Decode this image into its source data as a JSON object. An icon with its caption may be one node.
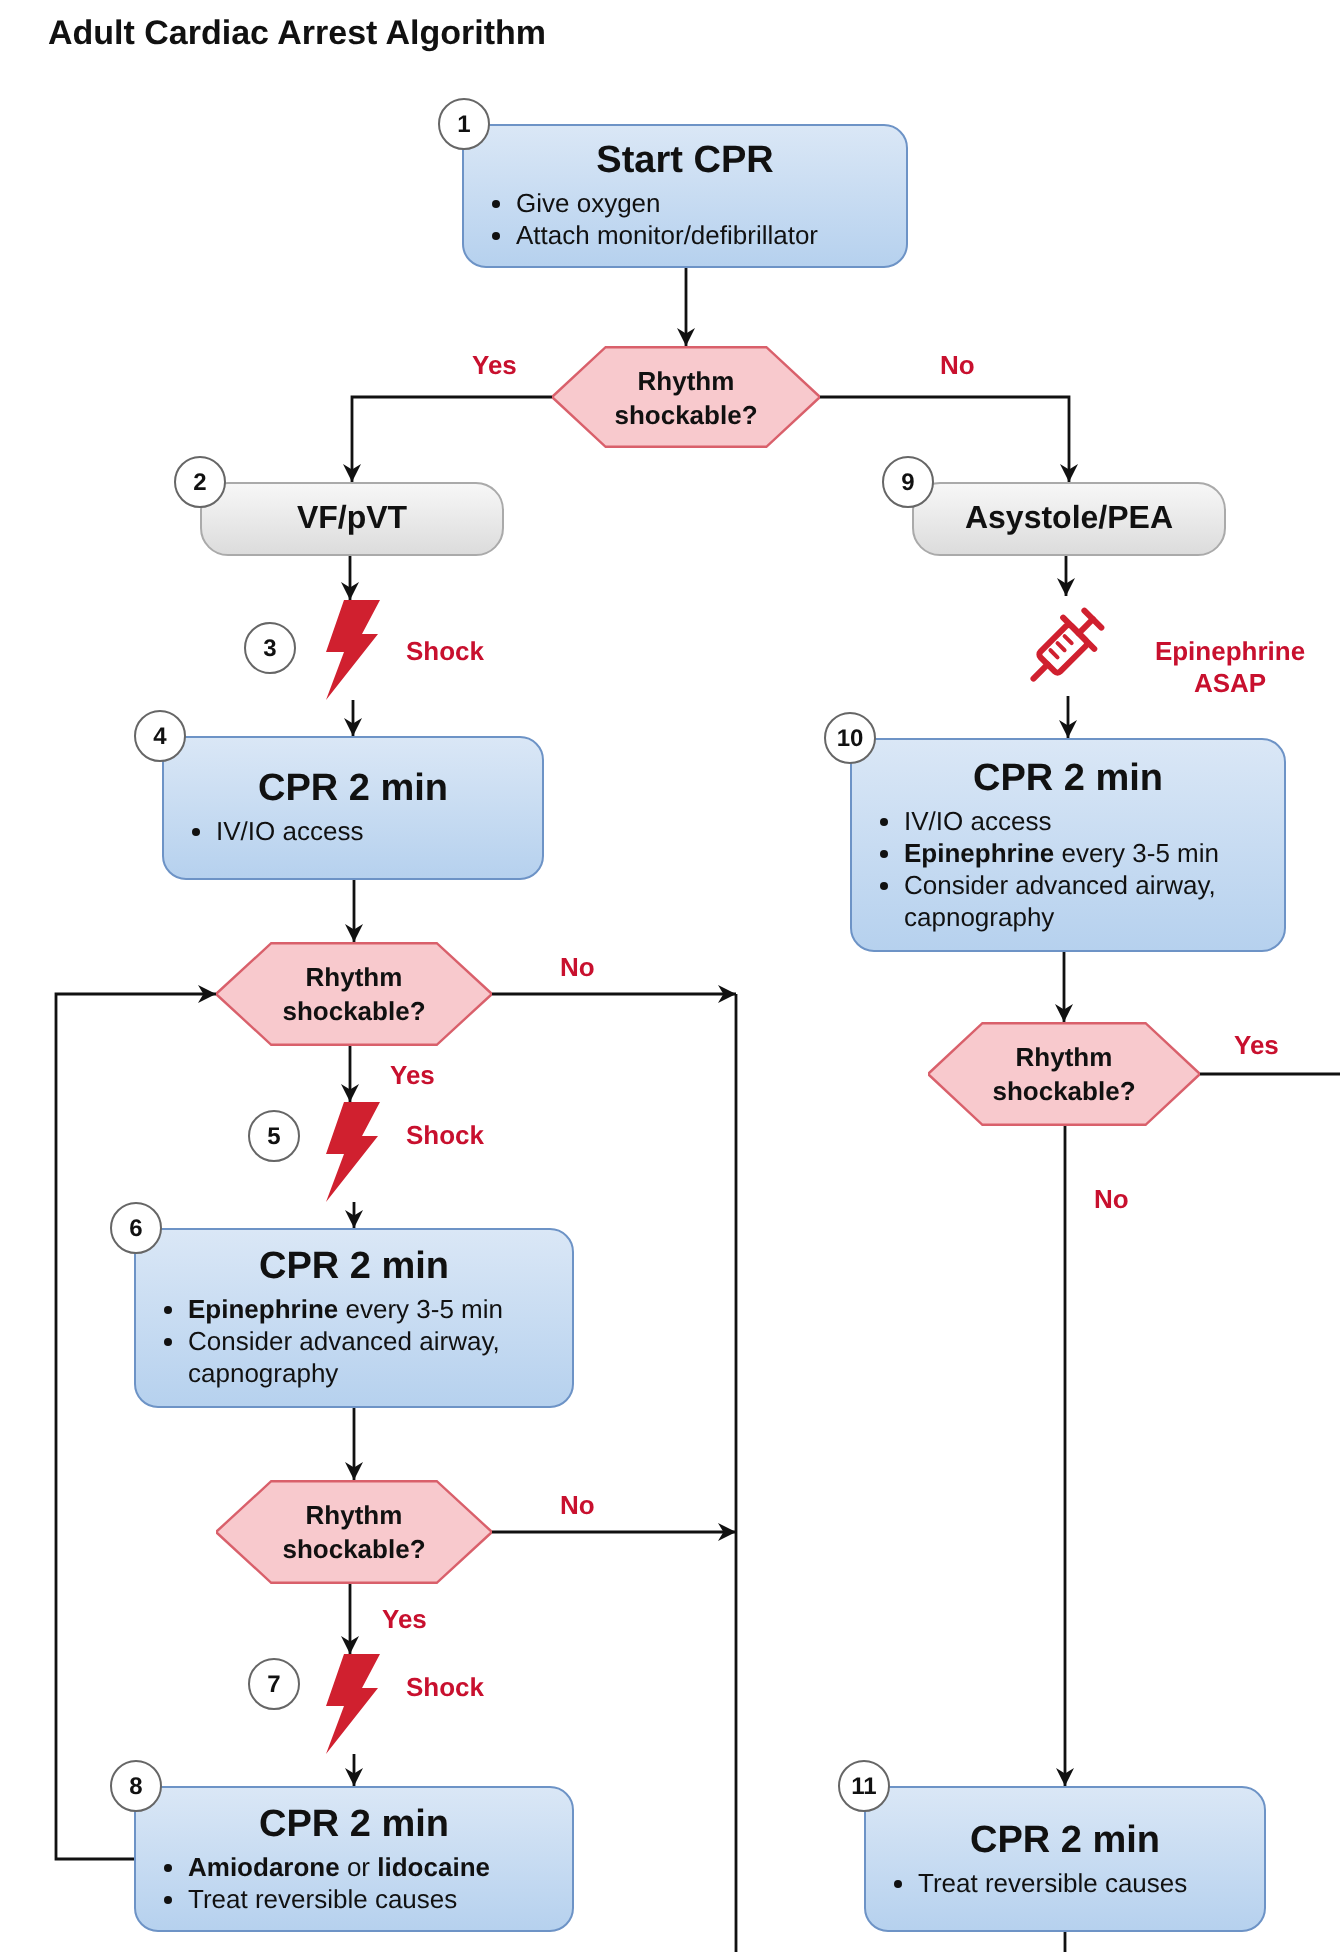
{
  "diagram": {
    "title": "Adult Cardiac Arrest Algorithm",
    "nodes": [
      {
        "text": [
          "Start CPR",
          "Give oxygen",
          "Attach monitor/defibrillator"
        ],
        "beside": [
          "1"
        ]
      },
      {
        "text": [
          "Rhythm shockable?"
        ]
      },
      {
        "text": [
          "VF/pVT"
        ],
        "beside": [
          "2"
        ]
      },
      {
        "text": [],
        "shape": "bolt",
        "beside": [
          "3",
          "Shock"
        ]
      },
      {
        "text": [
          "CPR 2 min",
          "IV/IO access"
        ],
        "beside": [
          "4"
        ]
      },
      {
        "text": [
          "Rhythm shockable?"
        ]
      },
      {
        "text": [],
        "shape": "bolt",
        "beside": [
          "5",
          "Shock"
        ]
      },
      {
        "text": [
          "CPR 2 min",
          "**Epinephrine** every 3-5 min",
          "Consider advanced airway, capnography"
        ],
        "beside": [
          "6"
        ]
      },
      {
        "text": [
          "Rhythm shockable?"
        ]
      },
      {
        "text": [],
        "shape": "bolt",
        "beside": [
          "7",
          "Shock"
        ]
      },
      {
        "text": [
          "CPR 2 min",
          "**Amiodarone** or **lidocaine**",
          "Treat reversible causes"
        ],
        "beside": [
          "8"
        ]
      },
      {
        "text": [
          "Asystole/PEA"
        ],
        "beside": [
          "9"
        ]
      },
      {
        "text": [],
        "shape": "syringe",
        "beside": [
          "Epinephrine ASAP"
        ]
      },
      {
        "text": [
          "CPR 2 min",
          "IV/IO access",
          "**Epinephrine** every 3-5 min",
          "Consider advanced airway, capnography"
        ],
        "beside": [
          "10"
        ]
      },
      {
        "text": [
          "Rhythm shockable?"
        ]
      },
      {
        "text": [
          "CPR 2 min",
          "Treat reversible causes"
        ],
        "beside": [
          "11"
        ]
      }
    ],
    "edges": [
      {
        "from": 0,
        "to": 1,
        "arrow": "to"
      },
      {
        "from": 1,
        "to": 2,
        "arrow": "to",
        "label": "Yes"
      },
      {
        "from": 1,
        "to": 11,
        "arrow": "to",
        "label": "No"
      },
      {
        "from": 2,
        "to": 3,
        "arrow": "to"
      },
      {
        "from": 3,
        "to": 4,
        "arrow": "to"
      },
      {
        "from": 4,
        "to": 5,
        "arrow": "to"
      },
      {
        "from": 5,
        "to": 6,
        "arrow": "to",
        "label": "Yes"
      },
      {
        "from": 6,
        "to": 7,
        "arrow": "to"
      },
      {
        "from": 7,
        "to": 8,
        "arrow": "to"
      },
      {
        "from": 8,
        "to": 9,
        "arrow": "to",
        "label": "Yes"
      },
      {
        "from": 9,
        "to": 10,
        "arrow": "to"
      },
      {
        "from": 10,
        "to": 5,
        "arrow": "to"
      },
      {
        "from": 5,
        "to": null,
        "arrow": "to",
        "label": "No"
      },
      {
        "from": 8,
        "to": null,
        "arrow": "to",
        "label": "No"
      },
      {
        "from": 11,
        "to": 12,
        "arrow": "to"
      },
      {
        "from": 12,
        "to": 13,
        "arrow": "to"
      },
      {
        "from": 13,
        "to": 14,
        "arrow": "to"
      },
      {
        "from": 14,
        "to": null,
        "arrow": "none",
        "label": "Yes"
      },
      {
        "from": 14,
        "to": 15,
        "arrow": "to",
        "label": "No"
      },
      {
        "from": 15,
        "to": null,
        "arrow": "none"
      }
    ]
  }
}
